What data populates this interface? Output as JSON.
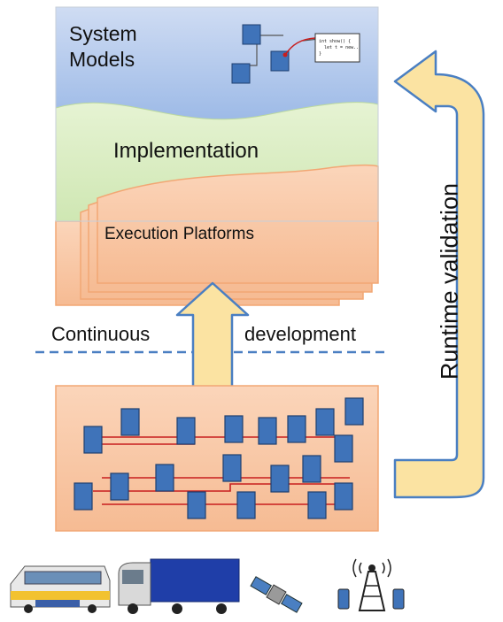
{
  "labels": {
    "system_models": "System Models",
    "implementation": "Implementation",
    "execution_platforms": "Execution Platforms",
    "continuous": "Continuous",
    "development": "development",
    "runtime_validation": "Runtime validation"
  },
  "code_snippet": [
    "int show() {",
    "let t = new..",
    "}"
  ],
  "colors": {
    "models_blue": "#a7c2ea",
    "implementation_green": "#d7ecc0",
    "platform_orange": "#f7c4a2",
    "platform_border": "#f2a774",
    "arrow_yellow": "#fbe3a2",
    "node_blue": "#3f73b9",
    "link_red": "#c81e1e",
    "dashed_line": "#4a7fc2"
  },
  "icons": [
    "tram-icon",
    "truck-icon",
    "satellite-icon",
    "cell-tower-icon"
  ]
}
